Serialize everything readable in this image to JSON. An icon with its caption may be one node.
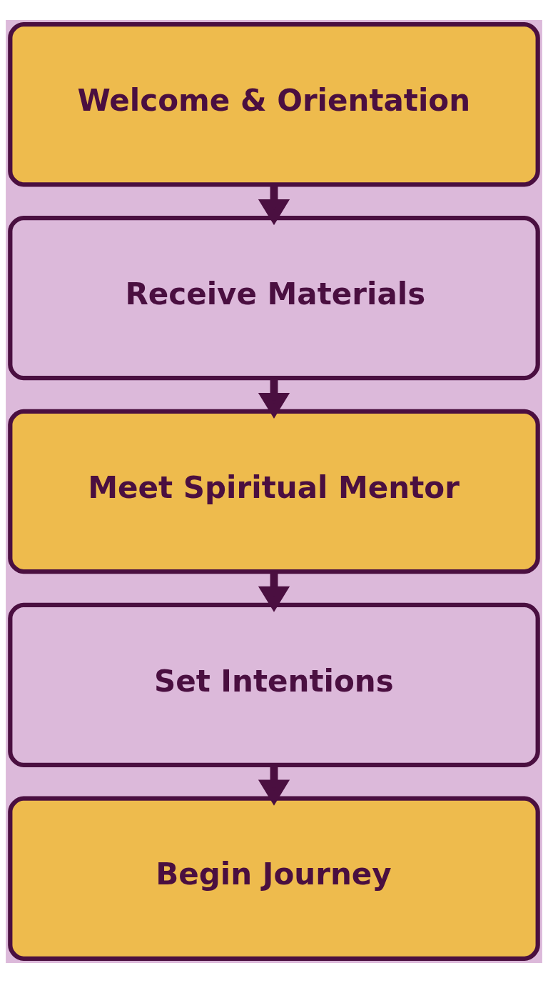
{
  "diagram": {
    "nodes": [
      {
        "text": [
          "Welcome & Orientation"
        ]
      },
      {
        "text": [
          "Receive Materials"
        ]
      },
      {
        "text": [
          "Meet Spiritual Mentor"
        ]
      },
      {
        "text": [
          "Set Intentions"
        ]
      },
      {
        "text": [
          "Begin Journey"
        ]
      }
    ],
    "edges": [
      {
        "from": 0,
        "to": 1,
        "arrow": "to"
      },
      {
        "from": 1,
        "to": 2,
        "arrow": "to"
      },
      {
        "from": 2,
        "to": 3,
        "arrow": "to"
      },
      {
        "from": 3,
        "to": 4,
        "arrow": "to"
      }
    ]
  }
}
